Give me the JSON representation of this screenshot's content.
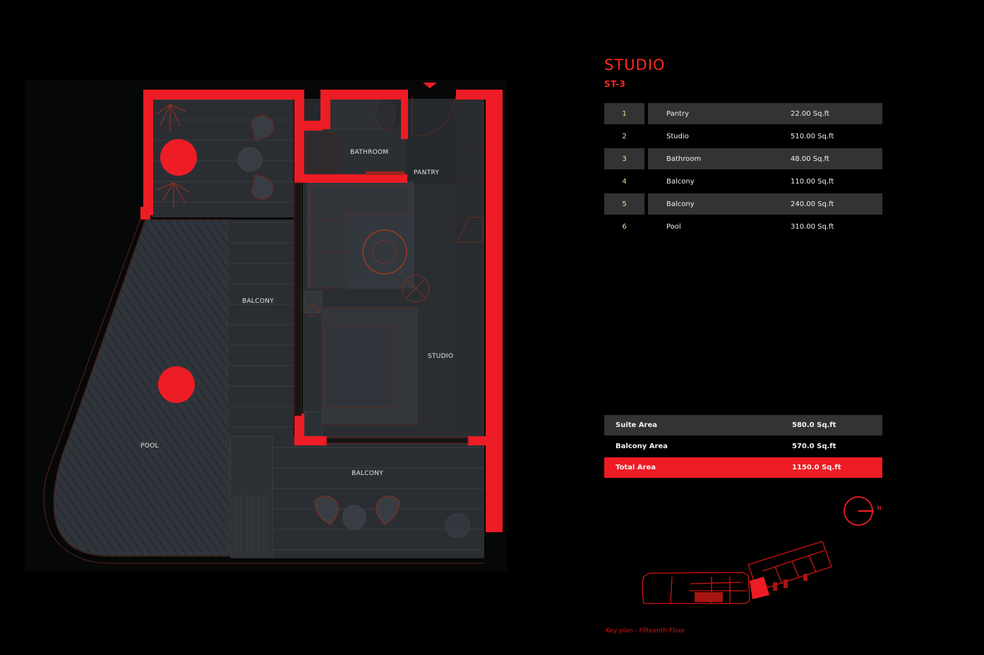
{
  "header": {
    "title": "STUDIO",
    "unit_code": "ST-3"
  },
  "colors": {
    "accent_red": "#ee1c24",
    "row_shade": "#333333",
    "background": "#000000",
    "plan_floor": "#2b2f33"
  },
  "floor_plan": {
    "labels": {
      "bathroom": "BATHROOM",
      "pantry": "PANTRY",
      "studio": "STUDIO",
      "balcony_upper": "BALCONY",
      "balcony_lower": "BALCONY",
      "pool": "POOL"
    },
    "markers": [
      "red-dot-upper-balcony",
      "red-dot-pool"
    ],
    "entrance_marker": "triangle-down"
  },
  "room_schedule": [
    {
      "num": "1",
      "name": "Pantry",
      "area": "22.00 Sq.ft"
    },
    {
      "num": "2",
      "name": "Studio",
      "area": "510.00 Sq.ft"
    },
    {
      "num": "3",
      "name": "Bathroom",
      "area": "48.00 Sq.ft"
    },
    {
      "num": "4",
      "name": "Balcony",
      "area": "110.00 Sq.ft"
    },
    {
      "num": "5",
      "name": "Balcony",
      "area": "240.00 Sq.ft"
    },
    {
      "num": "6",
      "name": "Pool",
      "area": "310.00 Sq.ft"
    }
  ],
  "area_summary": [
    {
      "label": "Suite Area",
      "value": "580.0 Sq.ft"
    },
    {
      "label": "Balcony Area",
      "value": "570.0 Sq.ft"
    },
    {
      "label": "Total Area",
      "value": "1150.0 Sq.ft"
    }
  ],
  "compass": {
    "label": "N"
  },
  "key_plan": {
    "caption": "Key plan - Fifteenth Floor"
  }
}
